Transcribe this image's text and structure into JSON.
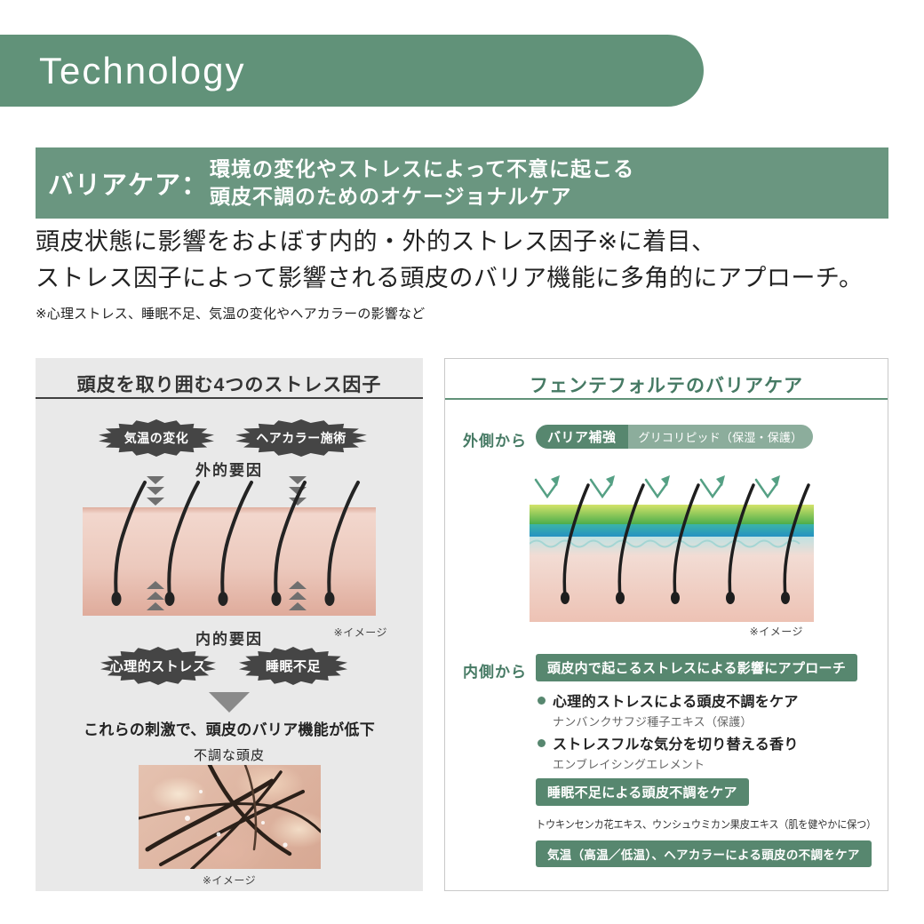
{
  "header": {
    "title": "Technology"
  },
  "banner": {
    "label": "バリアケア：",
    "line1": "環境の変化やストレスによって不意に起こる",
    "line2": "頭皮不調のためのオケージョナルケア"
  },
  "intro": {
    "line1": "頭皮状態に影響をおよぼす内的・外的ストレス因子※に着目、",
    "line2": "ストレス因子によって影響される頭皮のバリア機能に多角的にアプローチ。",
    "note": "※心理ストレス、睡眠不足、気温の変化やヘアカラーの影響など"
  },
  "stress_panel": {
    "title": "頭皮を取り囲む4つのストレス因子",
    "burst_temperature": "気温の変化",
    "burst_haircolor": "ヘアカラー施術",
    "external_label": "外的要因",
    "internal_label": "内的要因",
    "image_note": "※イメージ",
    "burst_mental": "心理的ストレス",
    "burst_sleep": "睡眠不足",
    "result_text": "これらの刺激で、頭皮のバリア機能が低下",
    "photo_label": "不調な頭皮",
    "photo_note": "※イメージ"
  },
  "care_panel": {
    "title": "フェンテフォルテのバリアケア",
    "outer_label": "外側から",
    "outer_badge": "バリア補強",
    "outer_badge_detail": "グリコリピッド（保湿・保護）",
    "image_note": "※イメージ",
    "inner_label": "内側から",
    "inner_badge": "頭皮内で起こるストレスによる影響にアプローチ",
    "bullets": [
      {
        "title": "心理的ストレスによる頭皮不調をケア",
        "sub": "ナンバンクサフジ種子エキス（保護）"
      },
      {
        "title": "ストレスフルな気分を切り替える香り",
        "sub": "エンブレイシングエレメント"
      }
    ],
    "sleep_badge": "睡眠不足による頭皮不調をケア",
    "ingredients": "トウキンセンカ花エキス、ウンシュウミカン果皮エキス（肌を健やかに保つ）",
    "temperature_badge": "気温（高温／低温）、ヘアカラーによる頭皮の不調をケア"
  },
  "colors": {
    "brand_green": "#619279",
    "banner_green": "#6a9680",
    "badge_green": "#57876f",
    "badge_light_green": "#8cad9c",
    "title_green": "#467a64",
    "burst_gray": "#454545",
    "panel_gray": "#e9e9e9"
  }
}
